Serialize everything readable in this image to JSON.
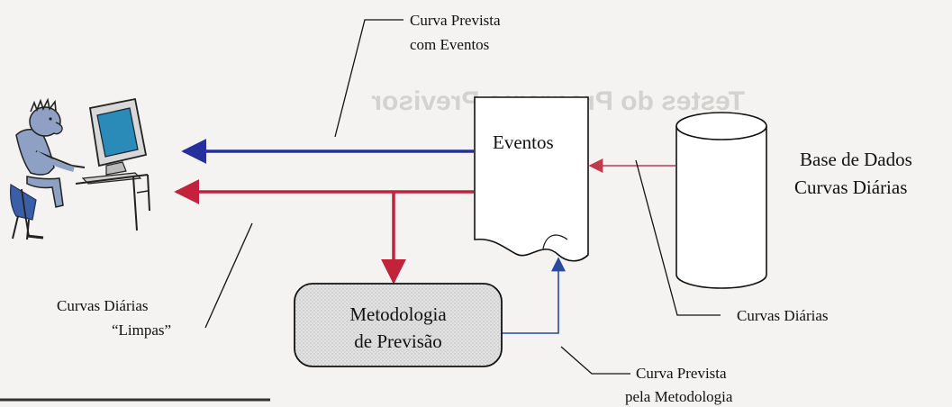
{
  "labels": {
    "events_box": "Eventos",
    "methodology_line1": "Metodologia",
    "methodology_line2": "de Previsão",
    "database_line1": "Base de Dados",
    "database_line2": "Curvas Diárias",
    "forecast_events_line1": "Curva Prevista",
    "forecast_events_line2": "com Eventos",
    "clean_curves_line1": "Curvas Diárias",
    "clean_curves_line2": "“Limpas”",
    "daily_curves": "Curvas Diárias",
    "forecast_method_line1": "Curva Prevista",
    "forecast_method_line2": "pela Metodologia"
  },
  "bleed_through": {
    "heading": "Testes do Programa Previsor"
  },
  "colors": {
    "blue_arrow": "#26309a",
    "red_arrow": "#c2233a",
    "thin_red_arrow": "#c23a4a",
    "thin_blue_arrow": "#2a4aa0",
    "ink": "#111111",
    "box_fill": "#dcdcdc"
  }
}
